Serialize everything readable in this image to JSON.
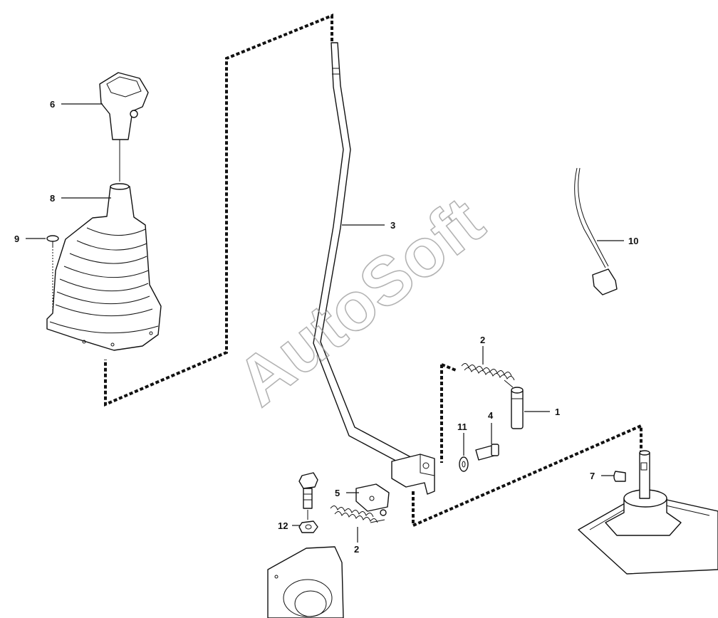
{
  "watermark": "AutoSoft",
  "callouts": {
    "c1": "1",
    "c2a": "2",
    "c2b": "2",
    "c3": "3",
    "c4": "4",
    "c5": "5",
    "c6": "6",
    "c7": "7",
    "c8": "8",
    "c9": "9",
    "c10": "10",
    "c11": "11",
    "c12": "12"
  },
  "colors": {
    "line": "#111111",
    "watermark": "#9a9a9a",
    "background": "#ffffff"
  }
}
